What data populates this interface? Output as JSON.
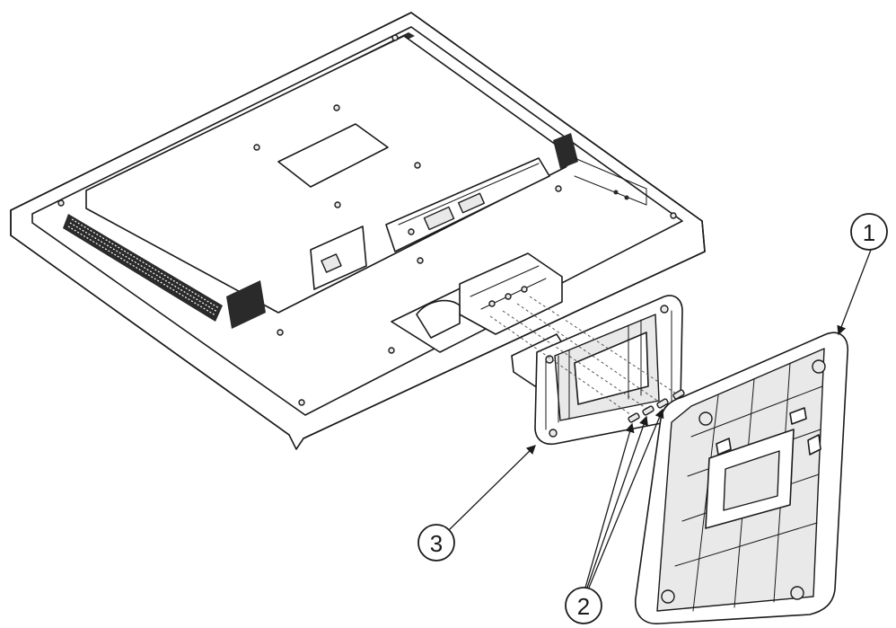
{
  "callouts": [
    {
      "id": "base",
      "label": "1"
    },
    {
      "id": "screws",
      "label": "2"
    },
    {
      "id": "stand-neck",
      "label": "3"
    }
  ]
}
